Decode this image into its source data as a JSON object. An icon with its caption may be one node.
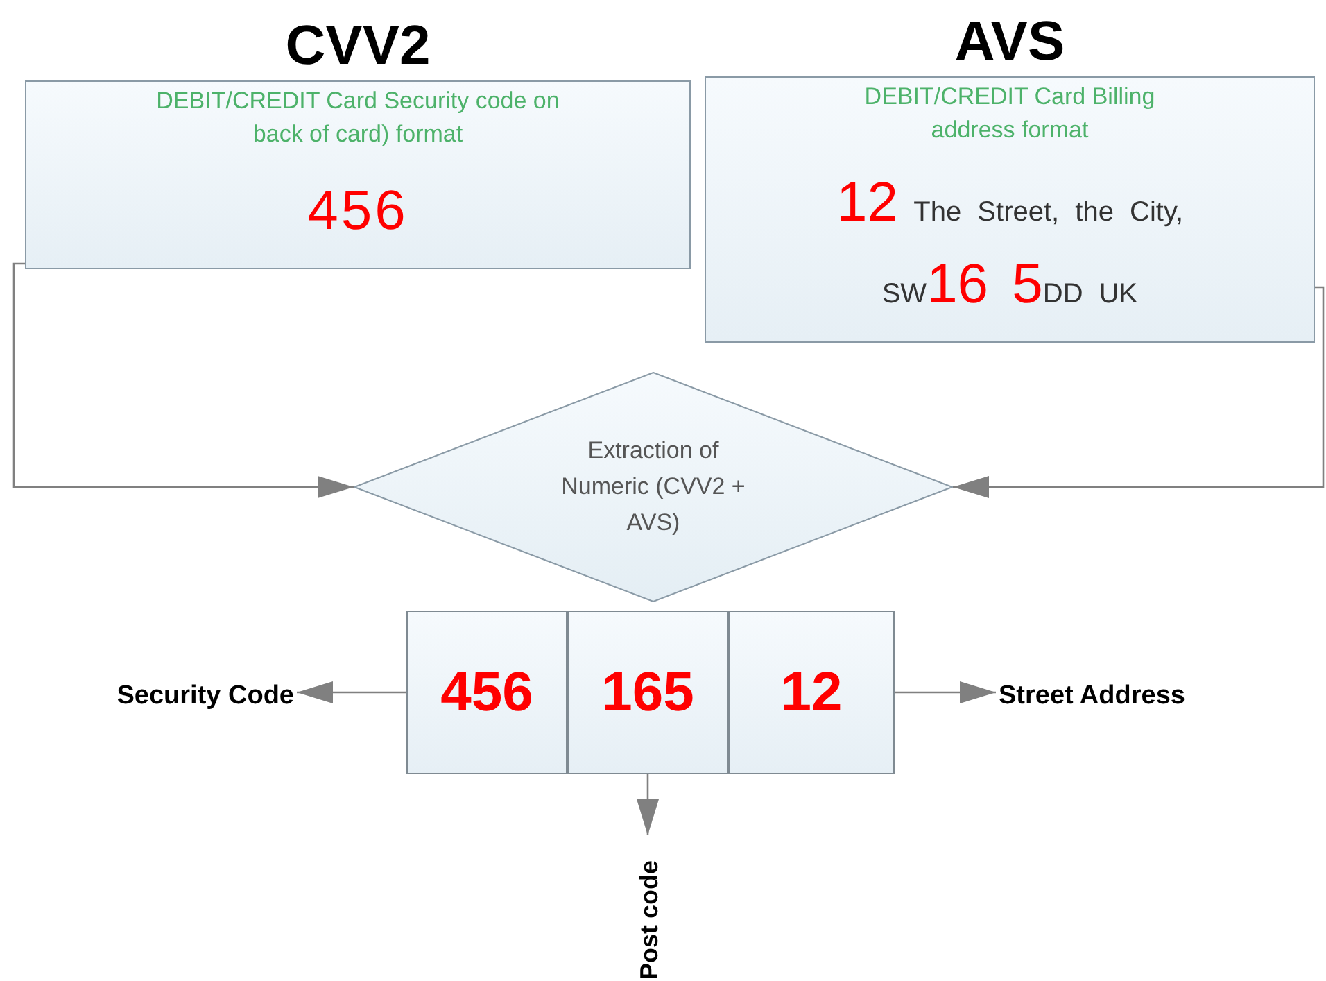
{
  "diagram": {
    "nodes": [
      {
        "text": [
          "CVV2",
          "DEBIT/CREDIT Card Security code on back of card) format",
          "456"
        ]
      },
      {
        "text": [
          "AVS",
          "DEBIT/CREDIT Card Billing address format",
          "**12** The Street, the City, SW**16 5**DD UK"
        ]
      },
      {
        "text": [
          "Extraction of Numeric (CVV2 + AVS)"
        ]
      },
      {
        "text": [
          "456"
        ]
      },
      {
        "text": [
          "165"
        ]
      },
      {
        "text": [
          "12"
        ]
      },
      {
        "text": [
          "Security Code"
        ]
      },
      {
        "text": [
          "Street Address"
        ]
      },
      {
        "text": [
          "Post code"
        ]
      }
    ],
    "edges": [
      {
        "from": 0,
        "to": 2,
        "arrow": "to"
      },
      {
        "from": 1,
        "to": 2,
        "arrow": "to"
      },
      {
        "from": 3,
        "to": 6,
        "arrow": "to"
      },
      {
        "from": 5,
        "to": 7,
        "arrow": "to"
      },
      {
        "from": 4,
        "to": 8,
        "arrow": "to"
      }
    ]
  }
}
